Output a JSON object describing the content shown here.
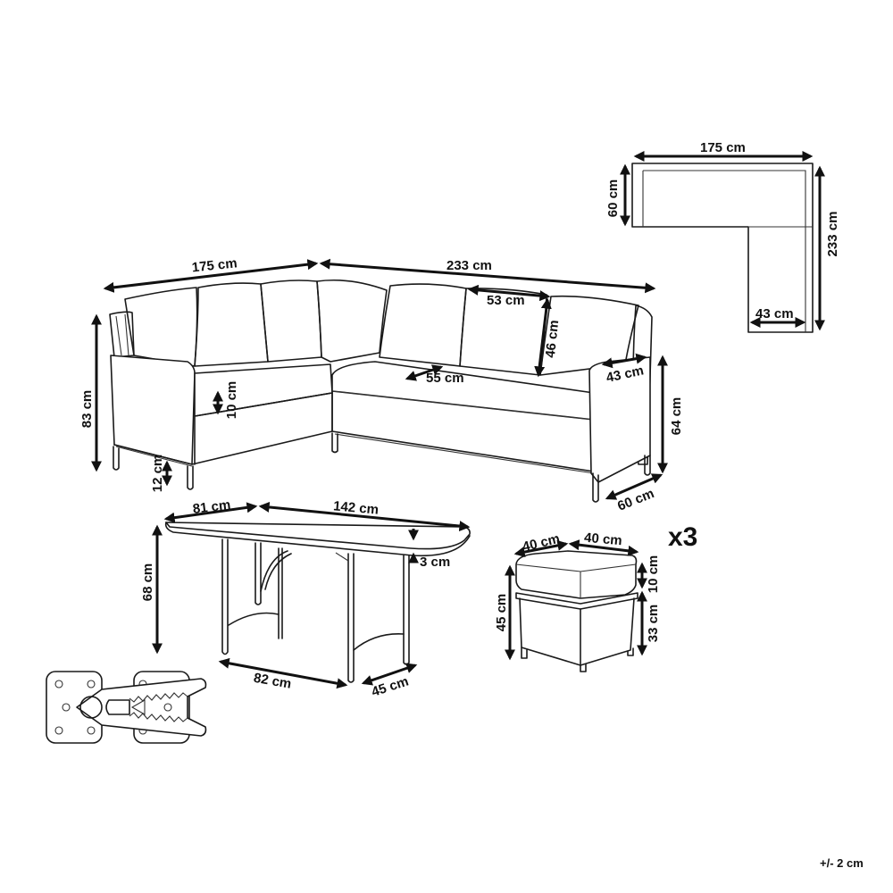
{
  "diagram": {
    "type": "product-dimension-sheet",
    "tolerance": "+/- 2 cm",
    "accent_color": "#111111"
  },
  "top_view": {
    "width": "175 cm",
    "depth": "60 cm",
    "length": "233 cm",
    "chaise_width": "43 cm"
  },
  "sofa": {
    "left_width": "175 cm",
    "right_width": "233 cm",
    "total_height": "83 cm",
    "leg_height": "12 cm",
    "cushion_thickness": "10 cm",
    "back_cushion_width": "53 cm",
    "back_cushion_height": "46 cm",
    "seat_depth": "55 cm",
    "armrest_depth": "43 cm",
    "arm_height": "64 cm",
    "depth": "60 cm"
  },
  "table": {
    "depth": "81 cm",
    "length": "142 cm",
    "height": "68 cm",
    "top_thickness": "3 cm",
    "base_length": "82 cm",
    "base_depth": "45 cm"
  },
  "stool": {
    "quantity": "x3",
    "width": "40 cm",
    "depth": "40 cm",
    "height": "45 cm",
    "cushion_thickness": "10 cm",
    "base_height": "33 cm"
  },
  "connector_detail": {
    "icon": "clip-connector-icon"
  }
}
